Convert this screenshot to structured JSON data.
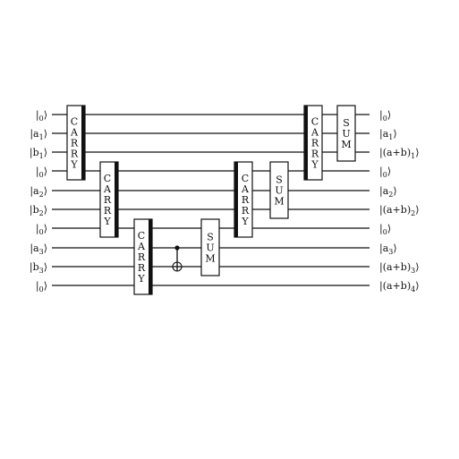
{
  "diagram": {
    "input_labels": [
      "|0⟩",
      "|a1⟩",
      "|b1⟩",
      "|0⟩",
      "|a2⟩",
      "|b2⟩",
      "|0⟩",
      "|a3⟩",
      "|b3⟩",
      "|0⟩"
    ],
    "output_labels": [
      "|0⟩",
      "|a1⟩",
      "|(a+b)1⟩",
      "|0⟩",
      "|a2⟩",
      "|(a+b)2⟩",
      "|0⟩",
      "|a3⟩",
      "|(a+b)3⟩",
      "|(a+b)4⟩"
    ],
    "gates": [
      {
        "label": "CARRY",
        "wires": [
          0,
          3
        ],
        "bar": "right"
      },
      {
        "label": "CARRY",
        "wires": [
          3,
          6
        ],
        "bar": "right"
      },
      {
        "label": "CARRY",
        "wires": [
          6,
          9
        ],
        "bar": "right"
      },
      {
        "label": "SUM",
        "wires": [
          6,
          8
        ],
        "bar": "none"
      },
      {
        "label": "CARRY",
        "wires": [
          3,
          6
        ],
        "bar": "left"
      },
      {
        "label": "SUM",
        "wires": [
          3,
          5
        ],
        "bar": "none"
      },
      {
        "label": "CARRY",
        "wires": [
          0,
          3
        ],
        "bar": "left"
      },
      {
        "label": "SUM",
        "wires": [
          0,
          2
        ],
        "bar": "none"
      }
    ],
    "cnot": {
      "control": 7,
      "target": 8
    }
  }
}
